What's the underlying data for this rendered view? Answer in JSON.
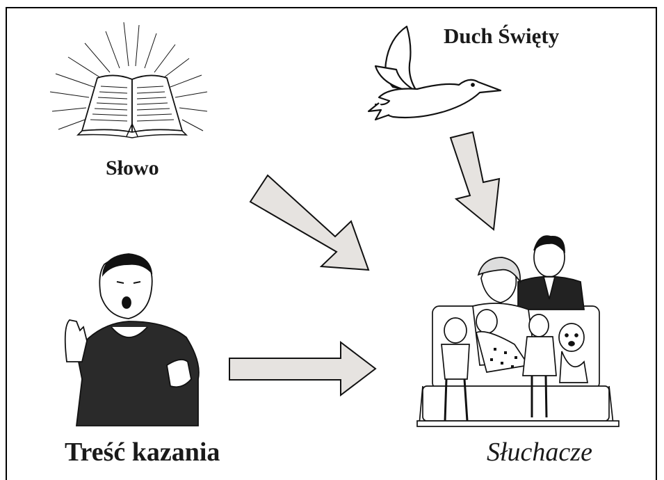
{
  "labels": {
    "word": "Słowo",
    "holy_spirit": "Duch Święty",
    "sermon_content": "Treść kazania",
    "listeners": "Słuchacze"
  },
  "colors": {
    "arrow_fill": "#e6e3e0",
    "ink": "#111111",
    "sweater": "#2a2a2a"
  },
  "icons": [
    "open-bible-icon",
    "dove-icon",
    "preacher-icon",
    "family-on-couch-icon",
    "arrow-icon"
  ]
}
